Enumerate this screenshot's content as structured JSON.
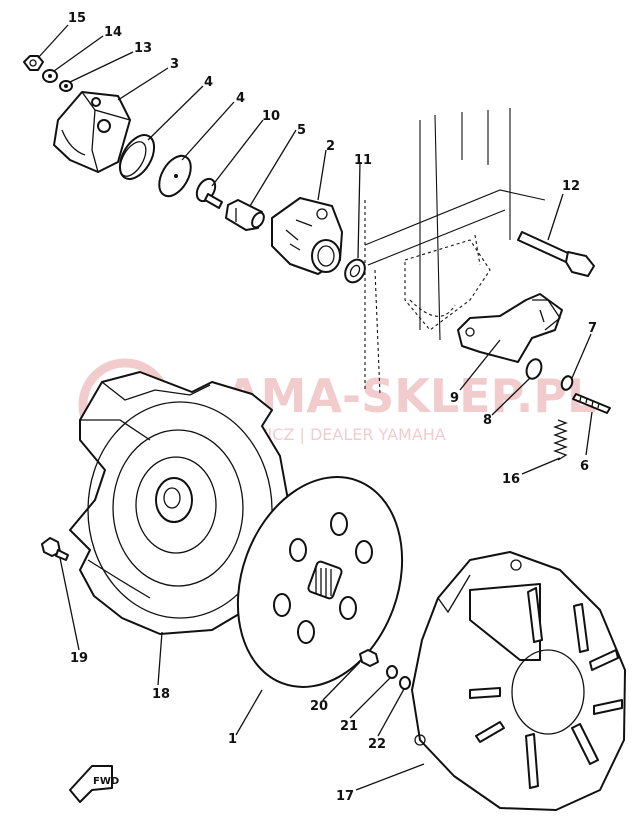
{
  "diagram": {
    "watermark": {
      "main": "AMA-SKLEP.PL",
      "sub": "W    CHOWICZ | DEALER YAMAHA",
      "color": "#e8a3a3"
    },
    "fwd_tag": "FWD",
    "callouts": [
      "15",
      "14",
      "13",
      "3",
      "4",
      "4",
      "10",
      "5",
      "2",
      "11",
      "12",
      "7",
      "9",
      "8",
      "6",
      "16",
      "19",
      "18",
      "1",
      "20",
      "21",
      "22",
      "17"
    ]
  }
}
